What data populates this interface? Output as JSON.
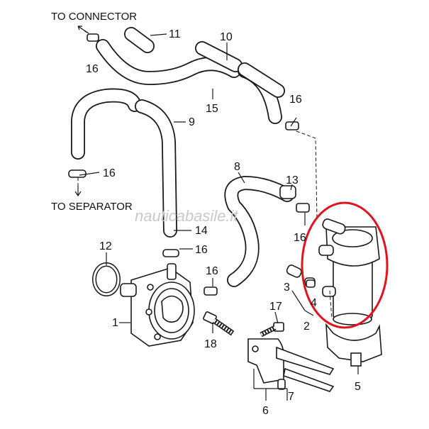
{
  "labels": {
    "to_connector": "TO CONNECTOR",
    "to_separator": "TO SEPARATOR"
  },
  "callouts": {
    "p1": "1",
    "p2": "2",
    "p3": "3",
    "p4": "4",
    "p5": "5",
    "p6": "6",
    "p7": "7",
    "p8": "8",
    "p9": "9",
    "p10": "10",
    "p11": "11",
    "p12": "12",
    "p13": "13",
    "p14": "14",
    "p15": "15",
    "p16": "16",
    "p17": "17",
    "p18": "18"
  },
  "watermark": "nauticabasile.it",
  "highlight_color": "#e0141e"
}
